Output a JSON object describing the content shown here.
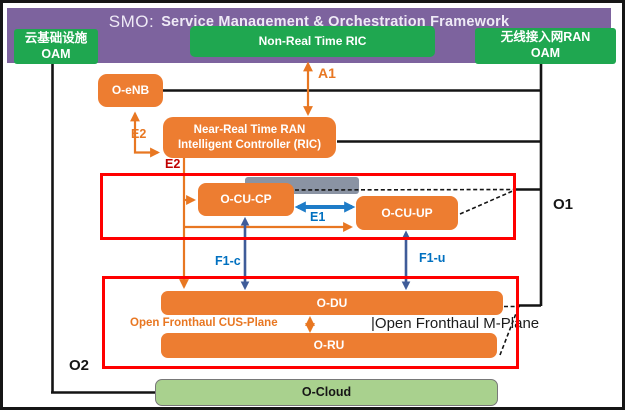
{
  "colors": {
    "purple": "#7D639E",
    "green": "#1FA750",
    "orange": "#ED7D31",
    "orange_line": "#E87722",
    "cloud_green": "#A9D18E",
    "red": "#FF0000",
    "blue": "#0070C0",
    "blue_arrow": "#1E7CC8",
    "slate_arrow": "#3F5C99",
    "black": "#141414"
  },
  "header": {
    "prefix": "SMO:",
    "title": "Service Management & Orchestration Framework"
  },
  "nodes": {
    "cloud_infra_oam": {
      "line1": "云基础设施",
      "line2": "OAM"
    },
    "non_rt_ric": {
      "label": "Non-Real Time RIC"
    },
    "ran_oam": {
      "line1": "无线接入网RAN",
      "line2": "OAM"
    },
    "o_enb": {
      "label": "O-eNB"
    },
    "near_rt_ric": {
      "line1": "Near-Real Time RAN",
      "line2": "Intelligent Controller (RIC)"
    },
    "o_cu_cp": {
      "label": "O-CU-CP"
    },
    "o_cu_up": {
      "label": "O-CU-UP"
    },
    "o_du": {
      "label": "O-DU"
    },
    "o_ru": {
      "label": "O-RU"
    },
    "o_cloud": {
      "label": "O-Cloud"
    }
  },
  "interfaces": {
    "a1": "A1",
    "e2_upper": "E2",
    "e2_lower": "E2",
    "e1": "E1",
    "f1_c": "F1-c",
    "f1_u": "F1-u",
    "o1": "O1",
    "o2": "O2",
    "open_fronthaul_cus_plane": "Open Fronthaul CUS-Plane",
    "open_fronthaul_m_plane": "|Open Fronthaul M-Plane"
  }
}
